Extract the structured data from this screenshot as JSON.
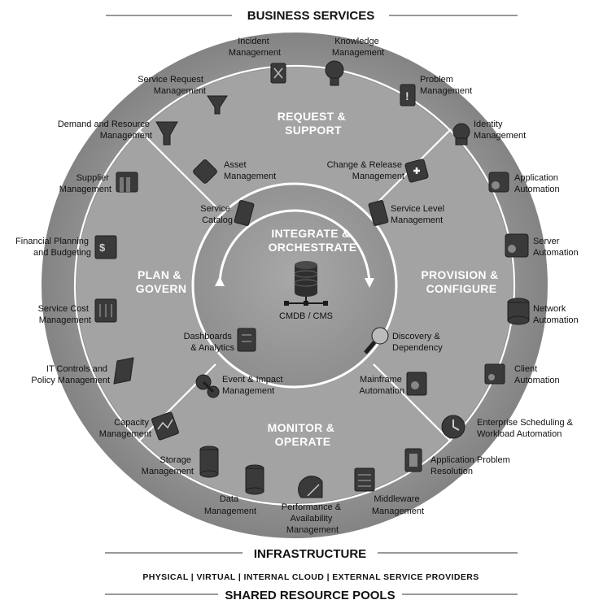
{
  "headers": {
    "top": "BUSINESS SERVICES",
    "infrastructure": "INFRASTRUCTURE",
    "pools": "PHYSICAL | VIRTUAL | INTERNAL CLOUD | EXTERNAL SERVICE PROVIDERS",
    "bottom": "SHARED RESOURCE POOLS"
  },
  "segments": {
    "request_support": [
      "REQUEST &",
      "SUPPORT"
    ],
    "plan_govern": [
      "PLAN &",
      "GOVERN"
    ],
    "provision_configure": [
      "PROVISION &",
      "CONFIGURE"
    ],
    "monitor_operate": [
      "MONITOR &",
      "OPERATE"
    ],
    "center": [
      "INTEGRATE &",
      "ORCHESTRATE"
    ],
    "cmdb": "CMDB / CMS"
  },
  "outer_labels": {
    "incident": [
      "Incident",
      "Management"
    ],
    "knowledge": [
      "Knowledge",
      "Management"
    ],
    "service_request": [
      "Service Request",
      "Management"
    ],
    "problem": [
      "Problem",
      "Management"
    ],
    "demand": [
      "Demand and Resource",
      "Management"
    ],
    "identity": [
      "Identity",
      "Management"
    ],
    "supplier": [
      "Supplier",
      "Management"
    ],
    "app_automation": [
      "Application",
      "Automation"
    ],
    "financial": [
      "Financial Planning",
      "and Budgeting"
    ],
    "server_automation": [
      "Server",
      "Automation"
    ],
    "service_cost": [
      "Service Cost",
      "Management"
    ],
    "network_automation": [
      "Network",
      "Automation"
    ],
    "it_controls": [
      "IT Controls and",
      "Policy Management"
    ],
    "client_automation": [
      "Client",
      "Automation"
    ],
    "capacity": [
      "Capacity",
      "Management"
    ],
    "enterprise_scheduling": [
      "Enterprise Scheduling &",
      "Workload Automation"
    ],
    "storage": [
      "Storage",
      "Management"
    ],
    "app_problem": [
      "Application Problem",
      "Resolution"
    ],
    "data": [
      "Data",
      "Management"
    ],
    "performance": [
      "Performance &",
      "Availability",
      "Management"
    ],
    "middleware": [
      "Middleware",
      "Management"
    ]
  },
  "inner_labels": {
    "asset": [
      "Asset",
      "Management"
    ],
    "change_release": [
      "Change & Release",
      "Management"
    ],
    "service_catalog": [
      "Service",
      "Catalog"
    ],
    "service_level": [
      "Service Level",
      "Management"
    ],
    "dashboards": [
      "Dashboards",
      "& Analytics"
    ],
    "discovery": [
      "Discovery &",
      "Dependency"
    ],
    "event_impact": [
      "Event & Impact",
      "Management"
    ],
    "mainframe": [
      "Mainframe",
      "Automation"
    ]
  },
  "colors": {
    "outer_ring": "#8f8f8f",
    "inner_ring": "#a5a5a5",
    "center": "#979797",
    "divider": "#ffffff",
    "icon": "#3a3a3a",
    "text": "#111111"
  }
}
